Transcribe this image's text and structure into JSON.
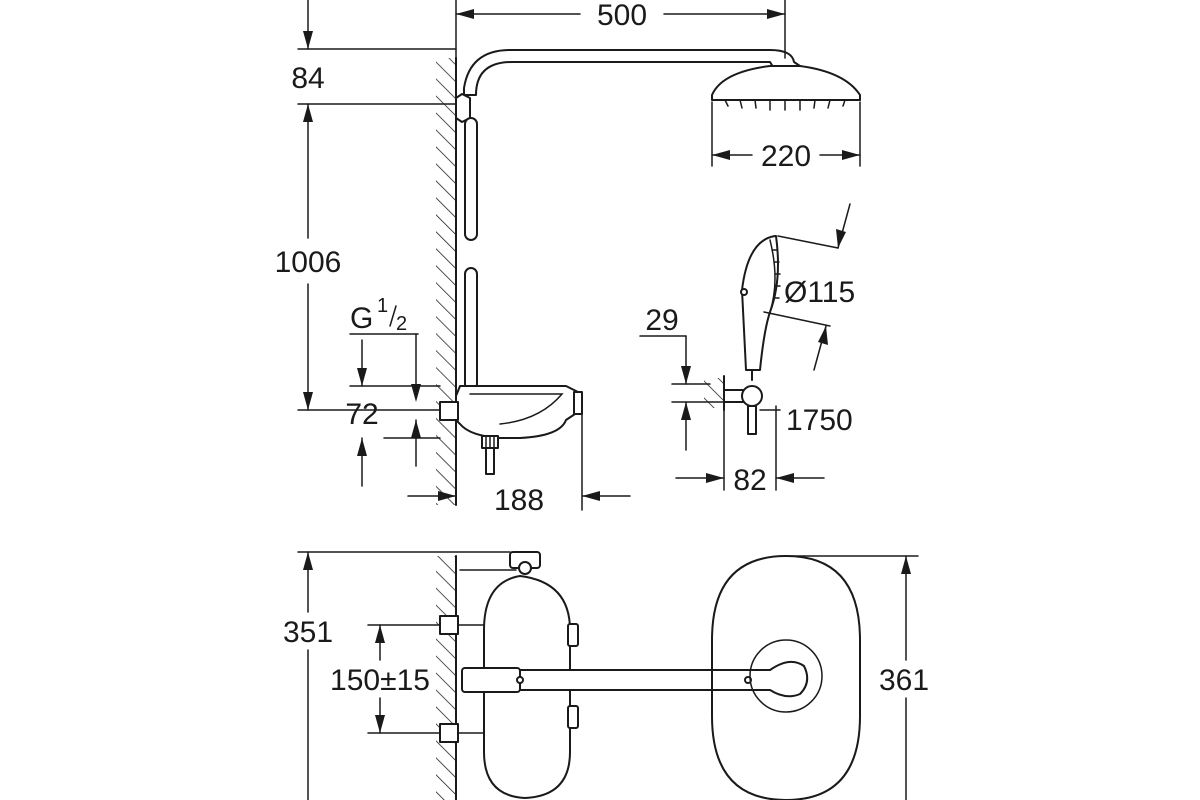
{
  "dimensions": {
    "arm_length": "500",
    "top_offset": "84",
    "head_diameter": "220",
    "column_height": "1006",
    "hand_shower_diameter": "Ø115",
    "holder_offset": "29",
    "connection_thread_main": "G",
    "connection_thread_num": "1",
    "connection_thread_den": "2",
    "connection_height": "72",
    "thermostat_depth": "188",
    "holder_depth": "82",
    "holder_height": "1750",
    "thermostat_height": "351",
    "inlet_spacing": "150±15",
    "head_total_height": "361"
  }
}
